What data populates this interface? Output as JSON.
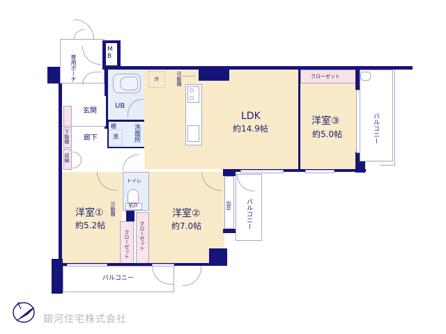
{
  "floor_plan": {
    "rooms": {
      "ldk": {
        "name": "LDK",
        "size": "約14.9帖"
      },
      "western3": {
        "name": "洋室③",
        "size": "約5.0帖"
      },
      "western1": {
        "name": "洋室①",
        "size": "約5.2帖"
      },
      "western2": {
        "name": "洋室②",
        "size": "約7.0帖"
      }
    },
    "labels": {
      "porch": "専用ポーチ",
      "mb": "MB",
      "entrance": "玄関",
      "ub": "UB",
      "shelf": "棚",
      "washroom": "洗面所",
      "washer": "洗",
      "hallway": "廊下",
      "shoe_box": "下駄箱",
      "storage": "収納",
      "toilet": "トイレ",
      "toilet_cabinet": "吊戸",
      "fridge": "冷",
      "movable_shelf_kitchen": "可動棚",
      "movable_shelf_room1": "可動棚",
      "closet_room3": "クローゼット",
      "closet_room1": "クローゼット",
      "closet_room2": "クローゼット",
      "bay_window": "出窓",
      "balcony_right": "バルコニー",
      "balcony_mid": "バルコニー",
      "balcony_bottom": "バルコニー"
    },
    "colors": {
      "wall": "#161478",
      "room_fill": "#f9ebc9",
      "wet_area_fill": "#e6eef8",
      "closet_fill": "#f9e3e6",
      "line": "#a7a3c8"
    }
  },
  "footer": {
    "company_name": "銀河住宅株式会社",
    "logo": "compass-crane-logo-icon"
  }
}
